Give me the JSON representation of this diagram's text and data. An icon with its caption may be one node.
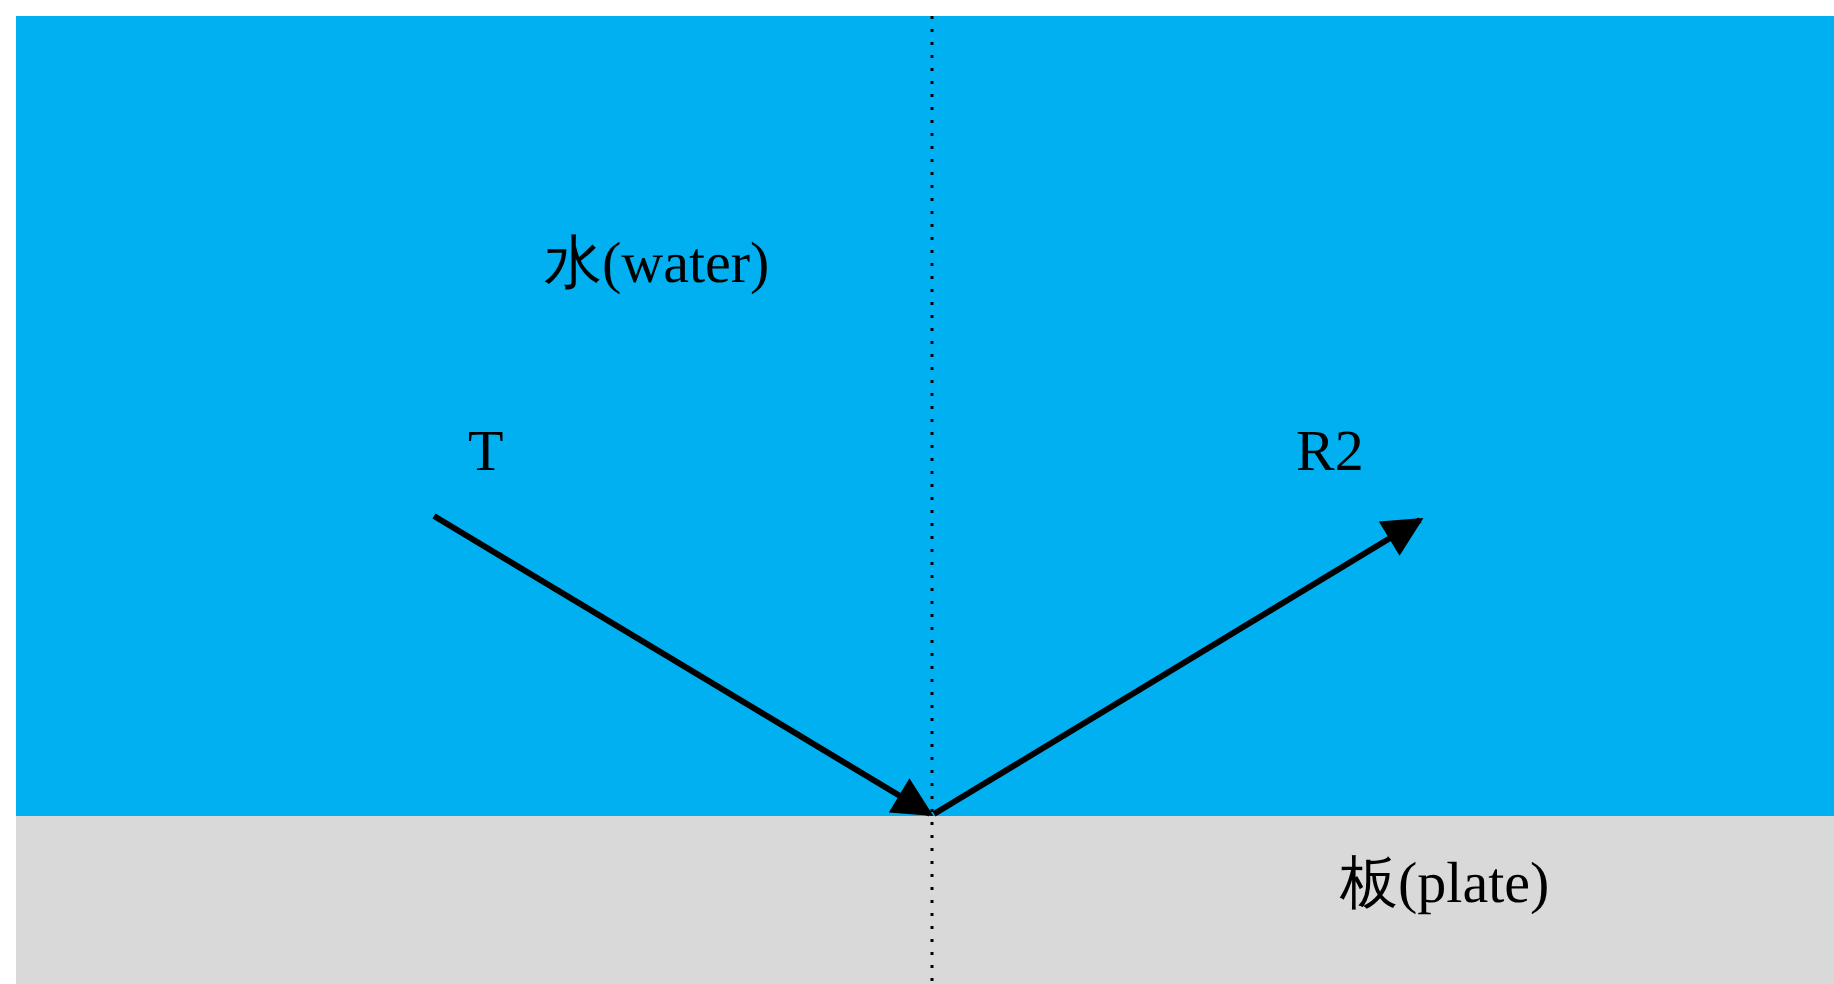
{
  "diagram": {
    "nodes": [
      {
        "text": [
          "水(water)"
        ]
      },
      {
        "text": [
          "板(plate)"
        ]
      }
    ],
    "edges": [
      {
        "from": 0,
        "to": 1,
        "arrow": "to",
        "label": "T"
      },
      {
        "from": 1,
        "to": 0,
        "arrow": "to",
        "label": "R2"
      }
    ]
  }
}
